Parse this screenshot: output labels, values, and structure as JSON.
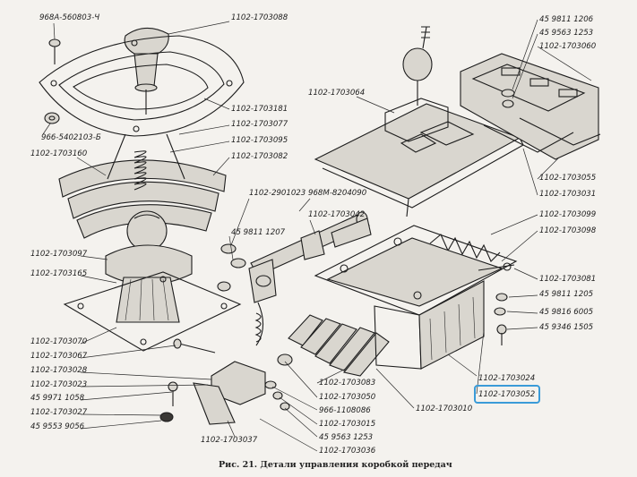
{
  "caption": "Рис. 21. Детали управления коробкой передач",
  "highlight": {
    "outline_color": "#e8e24a",
    "box_color": "#3a9bd8"
  },
  "labels": [
    "968А-560803-Ч",
    "1102-1703088",
    "1102-1703181",
    "1102-1703077",
    "966-5402103-Б",
    "1102-1703095",
    "1102-1703160",
    "1102-1703082",
    "1102-2901023",
    "968М-8204090",
    "45 9811 1207",
    "1102-1703042",
    "1102-1703097",
    "1102-1703165",
    "1102-1703070",
    "1102-1703067",
    "1102-1703028",
    "1102-1703023",
    "45 9971 1058",
    "1102-1703027",
    "45 9553 9056",
    "1102-1703037",
    "45 9811 1206",
    "45 9563 1253",
    "1102-1703060",
    "1102-1703064",
    "1102-1703055",
    "1102-1703031",
    "1102-1703099",
    "1102-1703098",
    "1102-1703081",
    "45 9811 1205",
    "45 9816 6005",
    "45 9346 1505",
    "1102-1703024",
    "1102-1703052",
    "1102-1703083",
    "1102-1703050",
    "966-1108086",
    "1102-1703015",
    "1102-1703010",
    "45 9563 1253",
    "1102-1703036"
  ]
}
